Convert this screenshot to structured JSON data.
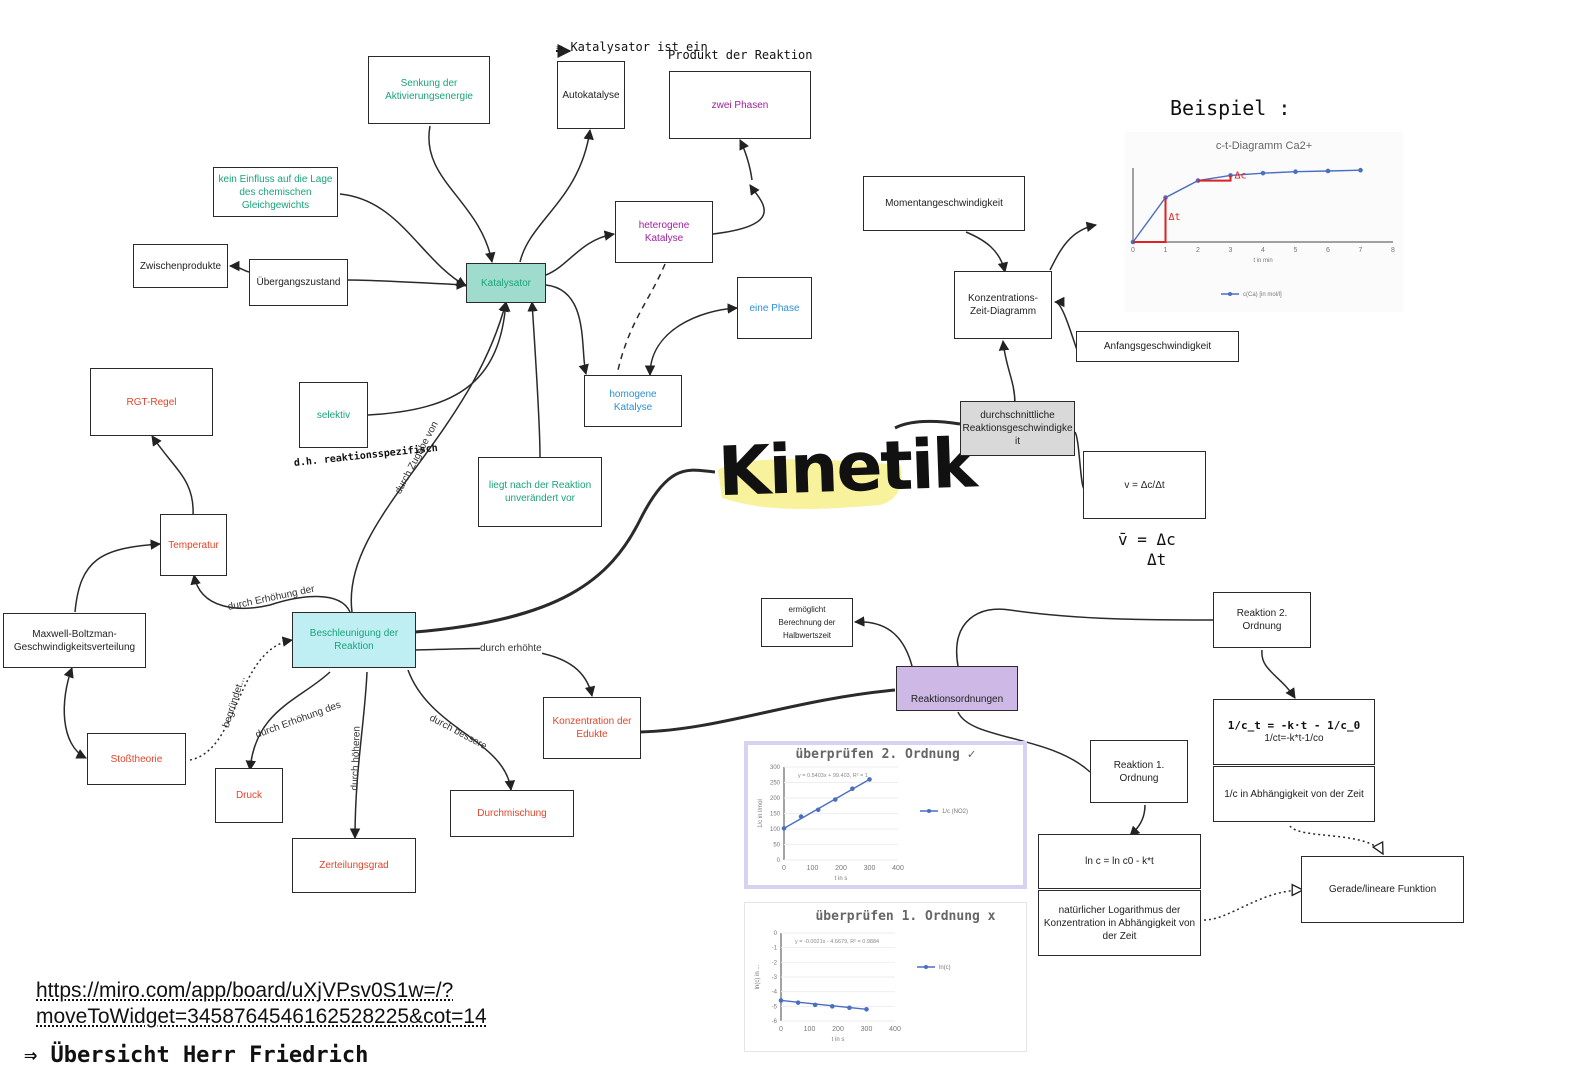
{
  "colors": {
    "accent_teal": "#1aa37a",
    "accent_purple": "#a020a0",
    "accent_blue": "#2f8fd6",
    "accent_red": "#e2442b",
    "kat_fill": "#9fdcce",
    "beschl_fill": "#bfeef3",
    "reakt_fill": "#cdb8e6",
    "durch_fill": "#d9d9d9",
    "highlight": "#f6f08a"
  },
  "center": {
    "title": "Kinetik"
  },
  "nodes": {
    "senkung": "Senkung der Aktivierungsenergie",
    "autokatalyse": "Autokatalyse",
    "zwei_phasen": "zwei Phasen",
    "kein_einfluss": "kein Einfluss auf die Lage des chemischen Gleichgewichts",
    "zwischenprodukte": "Zwischenprodukte",
    "uebergangszustand": "Übergangszustand",
    "katalysator": "Katalysator",
    "heterogene": "heterogene Katalyse",
    "eine_phase": "eine Phase",
    "homogene": "homogene Katalyse",
    "selektiv": "selektiv",
    "liegt_nach": "liegt nach der Reaktion unverändert vor",
    "rgt": "RGT-Regel",
    "temperatur": "Temperatur",
    "maxwell": "Maxwell-Boltzman-Geschwindigkeitsverteilung",
    "beschleunigung": "Beschleunigung der Reaktion",
    "stosstheorie": "Stoßtheorie",
    "druck": "Druck",
    "zerteilungsgrad": "Zerteilungsgrad",
    "durchmischung": "Durchmischung",
    "konz_edukte": "Konzentration der Edukte",
    "momentan": "Momentangeschwindigkeit",
    "konz_zeit": "Konzentrations-Zeit-Diagramm",
    "anfangs": "Anfangsgeschwindigkeit",
    "durchschnitt": "durchschnittliche Reaktionsgeschwindigke it",
    "v_formel": "v = Δc/Δt",
    "halbwert": "ermöglicht Berechnung der Halbwertszeit",
    "reaktionsordnungen": "Reaktionsordnungen",
    "reaktion2": "Reaktion 2. Ordnung",
    "reaktion1": "Reaktion 1. Ordnung",
    "formel2": "1/ct=-k*t-1/co",
    "abh2": "1/c in Abhängigkeit von der Zeit",
    "ln_formel": "ln c = ln c0 - k*t",
    "natlog": "natürlicher Logarithmus der Konzentration in Abhängigkeit von der Zeit",
    "gerade": "Gerade/lineare Funktion"
  },
  "edge_labels": {
    "durch_zugabe": "durch Zugabe von",
    "durch_erhoehung_der": "durch Erhöhung der",
    "durch_erhoehte": "durch erhöhte",
    "durch_erhoehung_des": "durch Erhöhung des",
    "durch_hoeheren": "durch höheren",
    "durch_bessere": "durch bessere",
    "begruendet": "begründet..."
  },
  "handwriting": {
    "katalysator_note_1": "⇒ Katalysator  ist  ein",
    "katalysator_note_2": "Produkt  der   Reaktion",
    "beispiel": "Beispiel :",
    "dh": "d.h. reaktionsspezifisch",
    "v_hand_top": "v̄ = Δc",
    "v_hand_bottom": "Δt",
    "formel2_hand": "1/c_t = -k·t - 1/c_0",
    "uebersicht": "⇒  Übersicht   Herr   Friedrich"
  },
  "link": {
    "line1": "https://miro.com/app/board/uXjVPsv0S1w=/?",
    "line2": "moveToWidget=3458764546162528225&cot=14"
  },
  "chart_data": [
    {
      "type": "line",
      "title": "c-t-Diagramm Ca2+",
      "xlabel": "t in min",
      "ylabel": "",
      "x": [
        0,
        1,
        2,
        3,
        4,
        5,
        6,
        7
      ],
      "series": [
        {
          "name": "c(Ca) [in mol/l]",
          "values": [
            0.0,
            0.6,
            0.83,
            0.9,
            0.93,
            0.95,
            0.96,
            0.97
          ]
        }
      ],
      "xlim": [
        0,
        8
      ],
      "ylim": [
        0,
        1
      ],
      "annotations": [
        "Δc",
        "Δt"
      ],
      "legend": "bottom"
    },
    {
      "type": "scatter",
      "title": "überprüfen  2. Ordnung ✓",
      "xlabel": "t in s",
      "ylabel": "1/c in l/mol",
      "x": [
        0,
        60,
        120,
        180,
        240,
        300
      ],
      "series": [
        {
          "name": "1/c (NO2)",
          "values": [
            102,
            140,
            162,
            195,
            230,
            260
          ]
        }
      ],
      "trendline": "y = 0.5403x + 99.403, R² = 1",
      "xlim": [
        0,
        400
      ],
      "ylim": [
        0,
        300
      ],
      "legend": "right"
    },
    {
      "type": "scatter",
      "title": "überprüfen  1. Ordnung  x",
      "xlabel": "t in s",
      "ylabel": "ln(c) in ...",
      "x": [
        0,
        60,
        120,
        180,
        240,
        300
      ],
      "series": [
        {
          "name": "ln(c)",
          "values": [
            -4.6,
            -4.75,
            -4.9,
            -5.0,
            -5.1,
            -5.2
          ]
        }
      ],
      "trendline": "y = -0.0021x - 4.6679, R² = 0.9884",
      "xlim": [
        0,
        400
      ],
      "ylim": [
        -6,
        0
      ],
      "legend": "right"
    }
  ]
}
